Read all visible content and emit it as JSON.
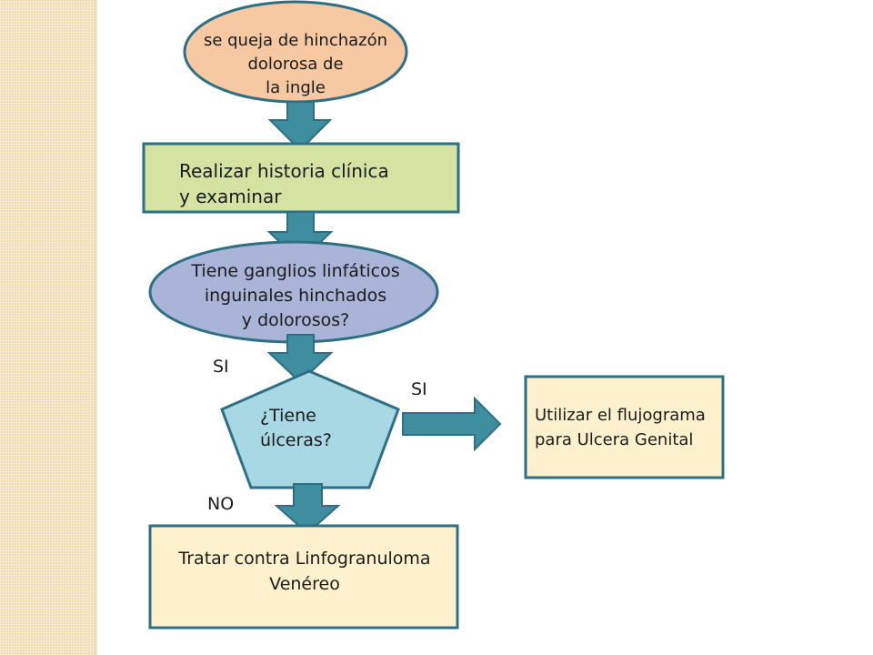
{
  "nodes": {
    "start": "se queja de hinchazón\ndolorosa de\nla ingle",
    "history": "Realizar historia clínica\ny examinar",
    "ganglia": "Tiene ganglios linfáticos\ninguinales hinchados\ny dolorosos?",
    "ulcers": "¿Tiene\núlceras?",
    "genital": "Utilizar el flujograma\npara Ulcera Genital",
    "treat": "Tratar contra Linfogranuloma\nVenéreo"
  },
  "edge_labels": {
    "si_down": "SI",
    "si_right": "SI",
    "no_down": "NO"
  },
  "colors": {
    "oval_orange": "#f7c9a3",
    "rect_green": "#d4e3a2",
    "oval_blue": "#aab4d8",
    "pentagon": "#a8d8e4",
    "rect_cream": "#fdf0cc",
    "arrow": "#3e8ea0",
    "stroke": "#2e6f86"
  }
}
